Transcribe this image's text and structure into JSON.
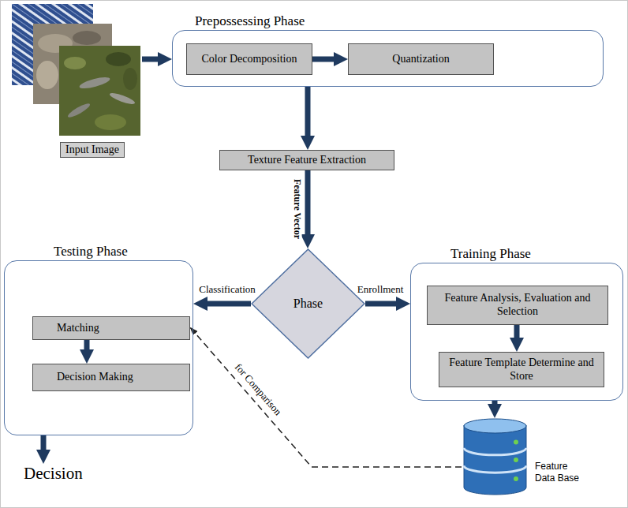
{
  "diagram": {
    "nodes": [
      {
        "text": [
          "Input Image"
        ]
      },
      {
        "text": [
          "Prepossessing Phase"
        ]
      },
      {
        "text": [
          "Color Decomposition"
        ],
        "in": 1
      },
      {
        "text": [
          "Quantization"
        ],
        "in": 1
      },
      {
        "text": [
          "Texture Feature Extraction"
        ]
      },
      {
        "text": [
          "Phase"
        ]
      },
      {
        "text": [
          "Testing Phase"
        ]
      },
      {
        "text": [
          "Matching"
        ],
        "in": 6
      },
      {
        "text": [
          "Decision Making"
        ],
        "in": 6
      },
      {
        "text": [
          "Decision"
        ]
      },
      {
        "text": [
          "Training Phase"
        ]
      },
      {
        "text": [
          "Feature Analysis, Evaluation and Selection"
        ],
        "in": 10
      },
      {
        "text": [
          "Feature Template Determine and Store"
        ],
        "in": 10
      },
      {
        "text": [
          "Feature Data Base"
        ]
      }
    ],
    "edges": [
      {
        "from": 0,
        "to": 1,
        "arrow": "to"
      },
      {
        "from": 2,
        "to": 3,
        "arrow": "to"
      },
      {
        "from": 1,
        "to": 4,
        "arrow": "to"
      },
      {
        "from": 4,
        "to": 5,
        "label": "Feature Vector",
        "arrow": "to"
      },
      {
        "from": 5,
        "to": 6,
        "label": "Classification",
        "arrow": "to"
      },
      {
        "from": 5,
        "to": 10,
        "label": "Enrollment",
        "arrow": "to"
      },
      {
        "from": 7,
        "to": 8,
        "arrow": "to"
      },
      {
        "from": 6,
        "to": 9,
        "arrow": "to"
      },
      {
        "from": 11,
        "to": 12,
        "arrow": "to"
      },
      {
        "from": 10,
        "to": 13,
        "arrow": "to"
      },
      {
        "from": 13,
        "to": 7,
        "label": "for Comparison",
        "arrow": "to"
      }
    ]
  }
}
